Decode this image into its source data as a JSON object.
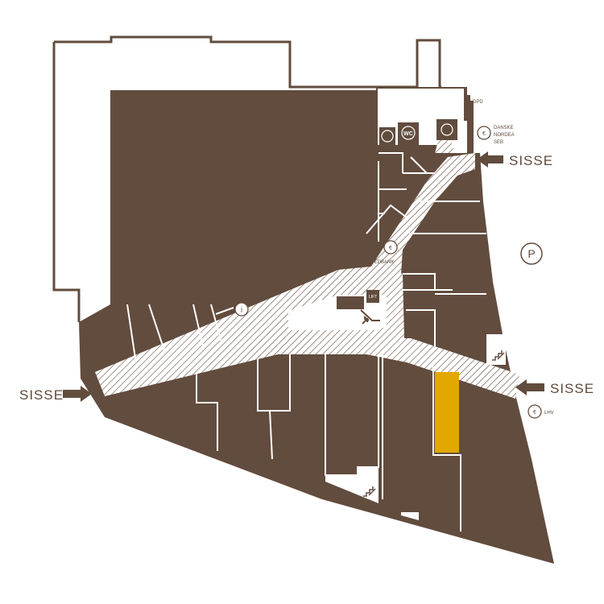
{
  "map": {
    "entrances": {
      "top_right": "SISSE",
      "left": "SISSE",
      "right": "SISSE"
    },
    "labels": {
      "dpd": "DPD",
      "banks_top": [
        "DANSKE",
        "NORDEA",
        "SEB"
      ],
      "swedbank": "SWEDBANK",
      "lhv": "LHV",
      "lift": "LIFT",
      "wc": "WC",
      "parking": "P",
      "info": "i"
    },
    "colors": {
      "store_fill": "#624c3e",
      "walkway_fill": "#ffffff",
      "hatch": "#624c3e",
      "highlight": "#e2a800",
      "outline": "#624c3e"
    },
    "icons": {
      "atm": "atm-icon",
      "wc": "wc-icon",
      "stairs": "stairs-icon",
      "escalator": "escalator-icon",
      "info": "info-icon",
      "parking": "parking-icon",
      "accessibility": "wheelchair-icon",
      "entrance_arrow": "arrow-icon"
    }
  }
}
